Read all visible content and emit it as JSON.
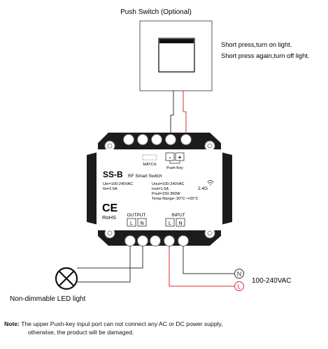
{
  "push_switch": {
    "title": "Push Switch (Optional)",
    "instructions": [
      "Short press,turn on light.",
      "Short press again,turn off light."
    ]
  },
  "device": {
    "model": "SS-B",
    "subtitle": "RF Smart Switch",
    "match_label": "MATCH",
    "pushkey_label": "Push-Key",
    "pushkey_terminals": [
      "-",
      "+"
    ],
    "spec_left": [
      "Uin=100-240VAC",
      "Iin=1.5A"
    ],
    "spec_right": [
      "Uout=100-240VAC",
      "Iout=1.5A",
      "Pout=150-360W",
      "Temp Range:-30°C~+55°C"
    ],
    "rf_label": "2.4G",
    "ce_mark": "CE",
    "rohs": "RoHS",
    "output_label": "OUTPUT",
    "input_label": "INPUT",
    "output_terminals": [
      "L",
      "N"
    ],
    "input_terminals": [
      "L",
      "N"
    ]
  },
  "wiring": {
    "n_marker": "N",
    "l_marker": "L",
    "supply_label": "100-240VAC",
    "colors": {
      "live": "#e02a2a",
      "neutral": "#333333",
      "device_body": "#1c1c1c"
    }
  },
  "load": {
    "label": "Non-dimmable LED light",
    "icon": "lamp-icon"
  },
  "note": {
    "label": "Note:",
    "line1": "The upper Push-key input port can not connect any AC or DC power supply,",
    "line2": "otherwise, the product will be damaged."
  }
}
